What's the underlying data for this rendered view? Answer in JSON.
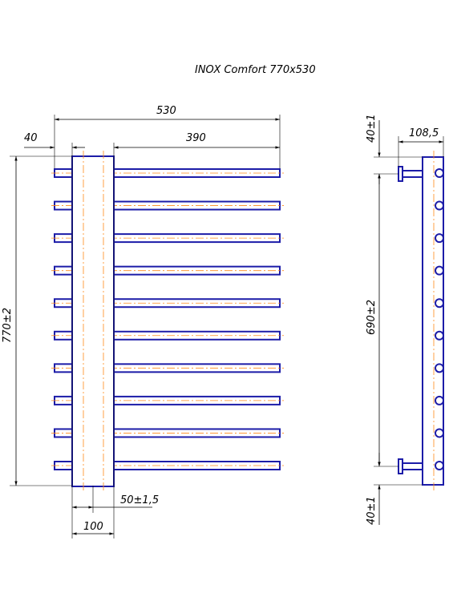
{
  "title": "INOX Comfort 770x530",
  "dimensions": {
    "total_width": "530",
    "offset_left": "40",
    "bar_length": "390",
    "total_height": "770±2",
    "collector_width": "100",
    "collector_offset": "50±1,5",
    "side_depth": "108,5",
    "side_top": "40±1",
    "side_center": "690±2",
    "side_bottom": "40±1"
  },
  "bar_count": 10,
  "colors": {
    "outline": "#1c1ca8",
    "centerline": "#ff8a1a",
    "dimension": "#000000"
  }
}
